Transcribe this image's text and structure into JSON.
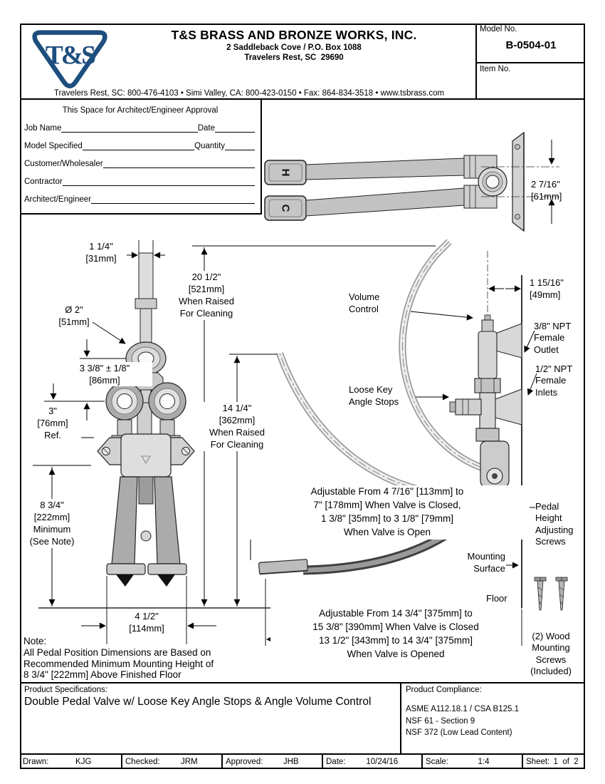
{
  "header": {
    "logo_text": "T&S",
    "logo_color": "#1d4e7e",
    "company_name": "T&S BRASS AND BRONZE WORKS, INC.",
    "address_line1": "2 Saddleback Cove / P.O. Box 1088",
    "address_line2": "Travelers Rest, SC  29690",
    "contact_line": "Travelers Rest, SC: 800-476-4103 • Simi Valley, CA: 800-423-0150 • Fax: 864-834-3518 • www.tsbrass.com",
    "model_no_label": "Model No.",
    "model_no": "B-0504-01",
    "item_no_label": "Item No."
  },
  "approval": {
    "title": "This Space for Architect/Engineer Approval",
    "rows": [
      {
        "left": "Job Name",
        "right": "Date"
      },
      {
        "left": "Model Specified",
        "right": "Quantity"
      },
      {
        "left": "Customer/Wholesaler",
        "right": ""
      },
      {
        "left": "Contractor",
        "right": ""
      },
      {
        "left": "Architect/Engineer",
        "right": ""
      }
    ]
  },
  "drawing": {
    "labels": {
      "pedal_h": "H",
      "pedal_c": "C",
      "dim_pedal_spacing": "2 7/16\"\n[61mm]",
      "dim_handle_width": "1 1/4\"\n[31mm]",
      "dim_raised_high": "20 1/2\"\n[521mm]\nWhen Raised\nFor Cleaning",
      "dim_knob_dia": "Ø 2\"\n[51mm]",
      "dim_stop_offset": "3 3/8\" ± 1/8\"\n[86mm]",
      "dim_ref": "3\"\n[76mm]\nRef.",
      "dim_min_height": "8 3/4\"\n[222mm]\nMinimum\n(See Note)",
      "dim_pedal_width": "4 1/2\"\n[114mm]",
      "dim_raised_low": "14 1/4\"\n[362mm]\nWhen Raised\nFor Cleaning",
      "volume_control": "Volume\nControl",
      "dim_outlet_offset": "1 15/16\"\n[49mm]",
      "outlet": "3/8\" NPT\nFemale\nOutlet",
      "inlets": "1/2\" NPT\nFemale\nInlets",
      "angle_stops": "Loose Key\nAngle Stops",
      "pedal_adjust_range": "Adjustable From 4 7/16\" [113mm] to\n7\" [178mm] When Valve is Closed,\n1 3/8\" [35mm] to 3 1/8\" [79mm]\nWhen Valve is Open",
      "pedal_screws": "Pedal\nHeight\nAdjusting\nScrews",
      "mounting_surface": "Mounting\nSurface",
      "floor": "Floor",
      "length_adjust_range": "Adjustable From 14 3/4\" [375mm] to\n15 3/8\" [390mm] When Valve is Closed\n13 1/2\" [343mm] to 14 3/4\" [375mm]\nWhen Valve is Opened",
      "wood_screws": "(2) Wood\nMounting\nScrews\n(Included)"
    },
    "note": "Note:\nAll Pedal Position Dimensions are Based on\nRecommended Minimum Mounting Height of\n8 3/4\" [222mm] Above Finished Floor"
  },
  "product_specifications": {
    "label": "Product Specifications:",
    "description": "Double Pedal Valve w/ Loose Key Angle Stops & Angle Volume Control"
  },
  "product_compliance": {
    "label": "Product Compliance:",
    "standards": [
      "ASME A112.18.1 / CSA B125.1",
      "NSF 61 - Section 9",
      "NSF 372 (Low Lead Content)"
    ]
  },
  "title_block": {
    "drawn_label": "Drawn:",
    "drawn": "KJG",
    "checked_label": "Checked:",
    "checked": "JRM",
    "approved_label": "Approved:",
    "approved": "JHB",
    "date_label": "Date:",
    "date": "10/24/16",
    "scale_label": "Scale:",
    "scale": "1:4",
    "sheet_label": "Sheet:",
    "sheet": "1  of  2"
  }
}
